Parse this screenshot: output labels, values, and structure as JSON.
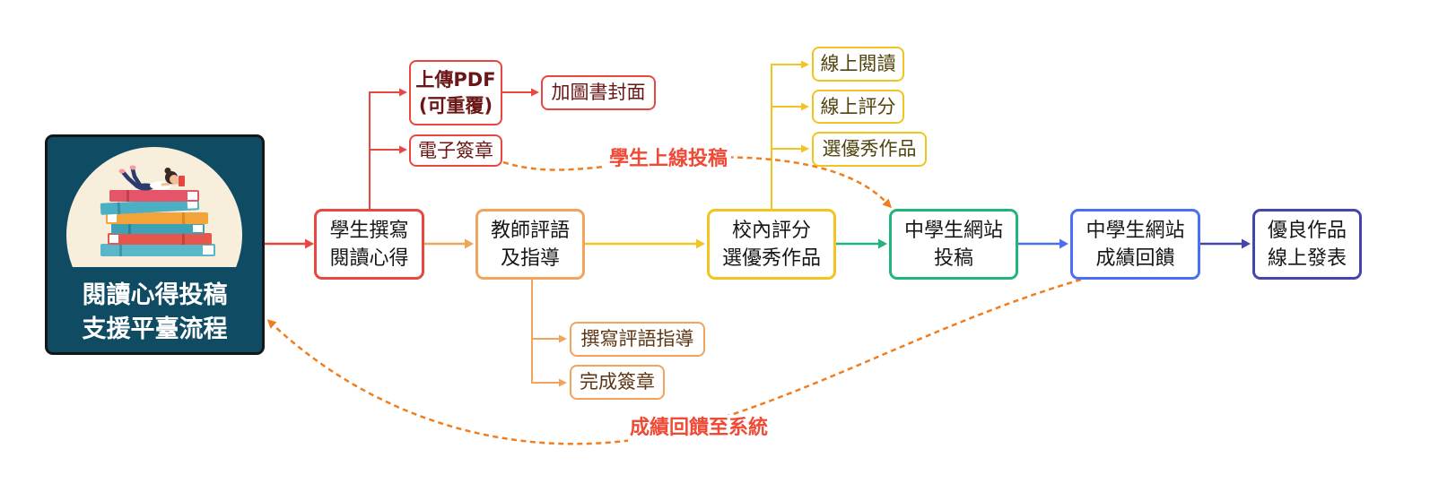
{
  "platform": {
    "title_line1": "閱讀心得投稿",
    "title_line2": "支援平臺流程",
    "illustration": "girl-reading-on-book-stack-icon"
  },
  "steps": {
    "student_write": [
      "學生撰寫",
      "閱讀心得"
    ],
    "teacher_guidance": [
      "教師評語",
      "及指導"
    ],
    "school_selection": [
      "校內評分",
      "選優秀作品"
    ],
    "site_submission": [
      "中學生網站",
      "投稿"
    ],
    "site_feedback": [
      "中學生網站",
      "成績回饋"
    ],
    "online_publication": [
      "優良作品",
      "線上發表"
    ]
  },
  "student_tasks": {
    "upload_pdf": [
      "上傳PDF",
      "(可重覆)"
    ],
    "add_book_cover": "加圖書封面",
    "e_signature": "電子簽章"
  },
  "teacher_tasks": [
    "撰寫評語指導",
    "完成簽章"
  ],
  "school_tasks": [
    "線上閱讀",
    "線上評分",
    "選優秀作品"
  ],
  "flow_labels": {
    "student_online_submission": "學生上線投稿",
    "feedback_to_system": "成績回饋至系統"
  },
  "colors": {
    "red": "#e8473f",
    "orange": "#f2a35c",
    "yellow": "#f2c41f",
    "green": "#1fb57b",
    "blue": "#4b6ef2",
    "indigo": "#4545ae",
    "dashed_arrow": "#f07e1f",
    "flow_label": "#f04a36",
    "platform_fill": "#0f4c64",
    "platform_border": "#14171a",
    "platform_circle": "#f7eedb",
    "maroon_text": "#6b1616",
    "brown_text": "#5e3512",
    "olive_text": "#51440e"
  }
}
